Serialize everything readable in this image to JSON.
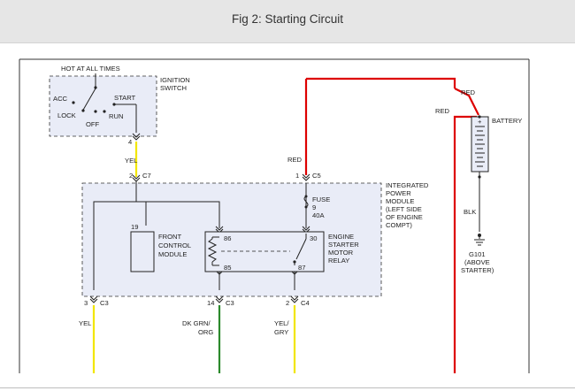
{
  "header": {
    "title": "Fig 2: Starting Circuit"
  },
  "diagram": {
    "colors": {
      "red": "#dd0000",
      "yellow": "#f2e600",
      "green": "#2c8a2c",
      "box_fill": "#e9ecf7",
      "line": "#222222"
    },
    "ignition_switch": {
      "hot_label": "HOT AT ALL TIMES",
      "title_line1": "IGNITION",
      "title_line2": "SWITCH",
      "acc": "ACC",
      "lock": "LOCK",
      "off": "OFF",
      "start": "START",
      "run": "RUN",
      "pin": "4"
    },
    "wires": {
      "yel_upper": "YEL",
      "red_upper_1": "RED",
      "red_upper_2": "RED",
      "red_c5": "RED",
      "blk": "BLK",
      "yel_lower": "YEL",
      "dkgrn_line1": "DK GRN/",
      "dkgrn_line2": "ORG",
      "yelgry_line1": "YEL/",
      "yelgry_line2": "GRY"
    },
    "connectors": {
      "c7_pin": "2",
      "c7": "C7",
      "c5_pin": "1",
      "c5": "C5",
      "c3a_pin": "3",
      "c3a": "C3",
      "c3b_pin": "14",
      "c3b": "C3",
      "c4_pin": "2",
      "c4": "C4"
    },
    "ipm": {
      "line1": "INTEGRATED",
      "line2": "POWER",
      "line3": "MODULE",
      "line4": "(LEFT SIDE",
      "line5": "OF ENGINE",
      "line6": "COMPT)"
    },
    "fuse": {
      "label": "FUSE",
      "number": "9",
      "rating": "40A"
    },
    "fcm": {
      "pin": "19",
      "line1": "FRONT",
      "line2": "CONTROL",
      "line3": "MODULE"
    },
    "relay": {
      "line1": "ENGINE",
      "line2": "STARTER",
      "line3": "MOTOR",
      "line4": "RELAY",
      "pin86": "86",
      "pin85": "85",
      "pin30": "30",
      "pin87": "87"
    },
    "battery": {
      "label": "BATTERY",
      "plus": "+"
    },
    "ground": {
      "id": "G101",
      "line2": "(ABOVE",
      "line3": "STARTER)"
    }
  }
}
